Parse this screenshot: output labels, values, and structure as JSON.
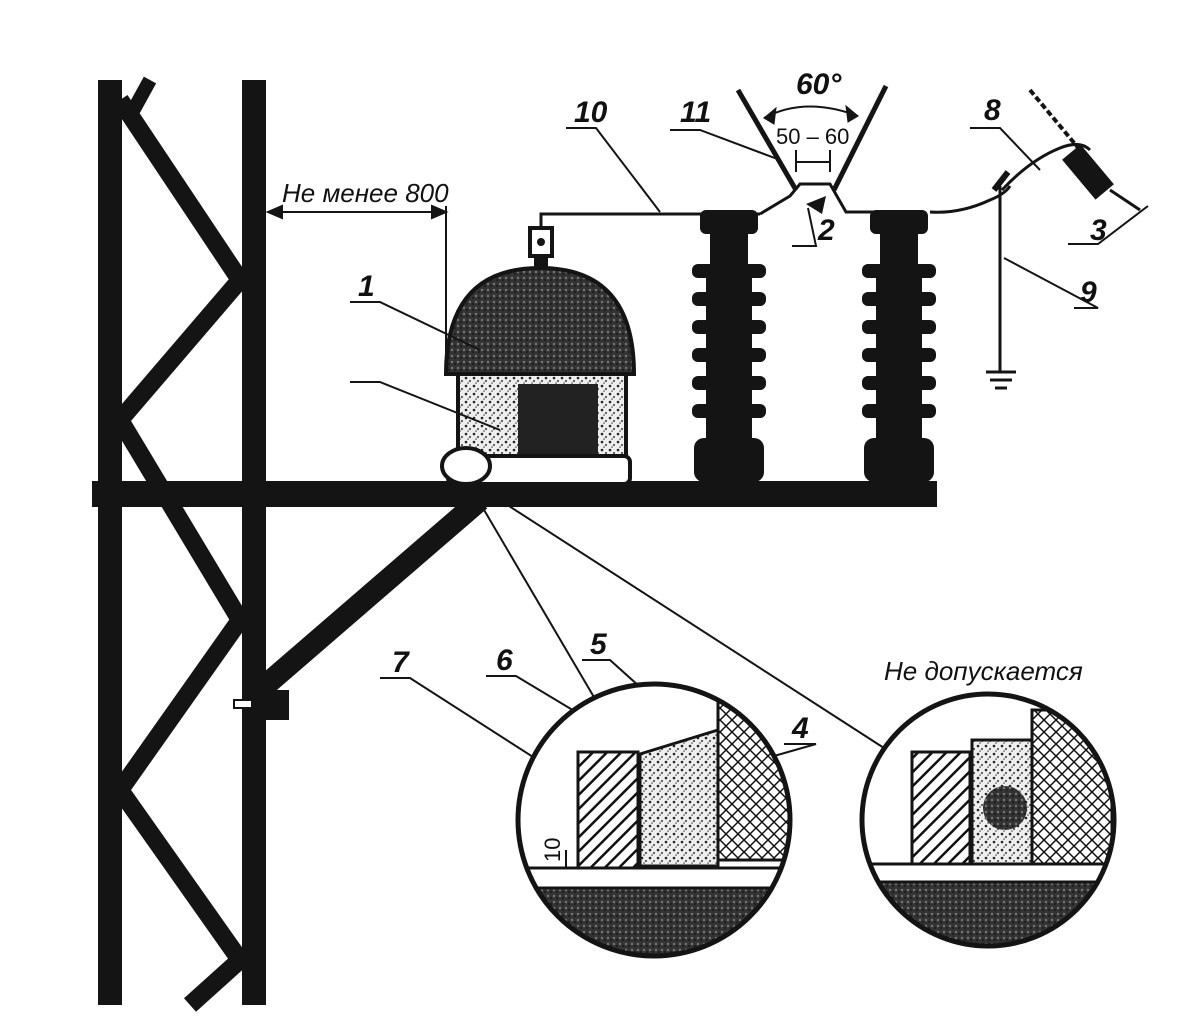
{
  "labels": {
    "n1": "1",
    "n2": "2",
    "n3": "3",
    "n4": "4",
    "n5": "5",
    "n6": "6",
    "n7": "7",
    "n8": "8",
    "n9": "9",
    "n10": "10",
    "n11": "11"
  },
  "dimensions": {
    "clearance": "Не менее 800",
    "angle": "60°",
    "gap": "50 – 60",
    "height": "10"
  },
  "captions": {
    "not_allowed": "Не допускается"
  },
  "colors": {
    "ink": "#141414",
    "paper": "#ffffff"
  }
}
